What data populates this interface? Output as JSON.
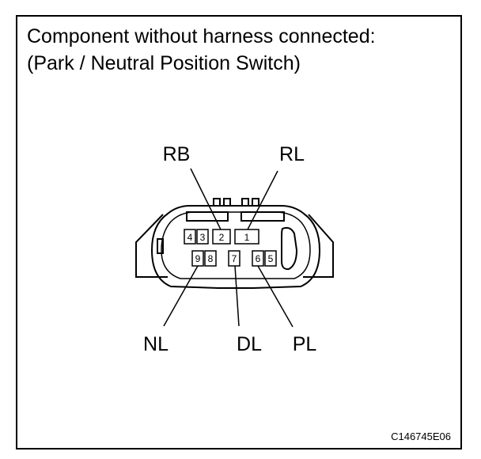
{
  "title_line1": "Component without harness connected:",
  "title_line2": "(Park / Neutral Position Switch)",
  "figure_code": "C146745E06",
  "pins": {
    "p1": "1",
    "p2": "2",
    "p3": "3",
    "p4": "4",
    "p5": "5",
    "p6": "6",
    "p7": "7",
    "p8": "8",
    "p9": "9"
  },
  "terminals": {
    "rb": "RB",
    "rl": "RL",
    "nl": "NL",
    "dl": "DL",
    "pl": "PL"
  }
}
